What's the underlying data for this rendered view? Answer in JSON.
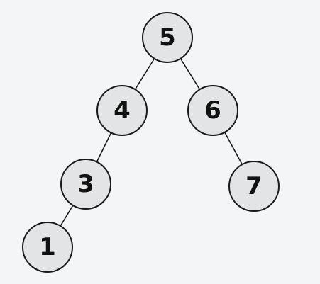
{
  "tree": {
    "nodes": [
      {
        "id": "n5",
        "label": "5"
      },
      {
        "id": "n4",
        "label": "4"
      },
      {
        "id": "n6",
        "label": "6"
      },
      {
        "id": "n3",
        "label": "3"
      },
      {
        "id": "n7",
        "label": "7"
      },
      {
        "id": "n1",
        "label": "1"
      }
    ],
    "edges": [
      {
        "from": "n5",
        "to": "n4"
      },
      {
        "from": "n5",
        "to": "n6"
      },
      {
        "from": "n4",
        "to": "n3"
      },
      {
        "from": "n6",
        "to": "n7"
      },
      {
        "from": "n3",
        "to": "n1"
      }
    ],
    "colors": {
      "background": "#f4f5f7",
      "node_fill": "#e3e4e5",
      "node_stroke": "#1a1a1a",
      "text": "#111111"
    }
  }
}
